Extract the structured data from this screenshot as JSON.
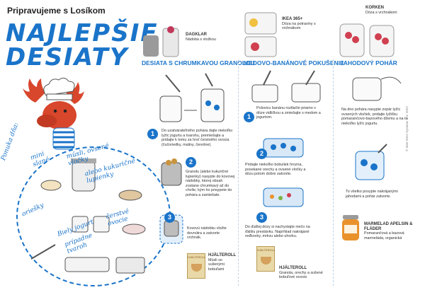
{
  "header": {
    "title": "Pripravujeme s Losíkom"
  },
  "big_title": {
    "line1": "NAJLEPŠIE",
    "line2": "DESIATY"
  },
  "hand_notes": {
    "ponuka": "Ponuka dňa:",
    "mini_slane": "mini slané",
    "musli_ovsene": "müsli, ovsené vločky",
    "kukuricne_lupienky": "alebo kukuričné lupienky",
    "oriesky": "oriešky",
    "biely_jogurt": "Biely jogurt",
    "pripadne_tvaroh": "prípadne tvaroh",
    "cerstve_ovocie": "čerstvé ovocie"
  },
  "products_top": {
    "dagklar": {
      "name": "DAGKLAR",
      "desc": "Nádoba s vložkou"
    },
    "ikea365": {
      "name": "IKEA 365+",
      "desc": "Dóza na potraviny s vrchnákom"
    },
    "korken": {
      "name": "KORKEN",
      "desc": "Dóza s vrchnákom"
    }
  },
  "columns": [
    {
      "title": "DESIATA S CHRUMKAVOU GRANOLOU"
    },
    {
      "title": "MEDOVO-BANÁNOVÉ POKUŠENIE"
    },
    {
      "title": "JAHODOVÝ POHÁR"
    }
  ],
  "steps": {
    "c1s1": {
      "num": "1",
      "text": "Do uzatvárateľného pohára dajte niekoľko lyžíc jogurtu a tvarohu, premiešajte a pridajte k tomu za hrsť čerstvého ovocia (čučoriedky, maliny, čerešne)."
    },
    "c1s2": {
      "num": "2",
      "text": "Granolu (alebo kukuričné lupienky) nasypte do kovovej nádobky, ktorej obsah zostane chrumkavý až do chvíle, kým ho prisypete do pohára a zamiešate."
    },
    "c1s3": {
      "num": "3",
      "text": "Kovovú nádobku vložte dovnútra a zatvorte vrchnák."
    },
    "c2s1": {
      "num": "1",
      "text": "Polovicu banánu roztlačte priamo v dóze vidličkou a zmiešajte s medom a jogurtom."
    },
    "c2s2": {
      "num": "2",
      "text": "Pridajte niekoľko bobuliek hrozna, posekané orechy a ovsené vločky a dózu potom dobre zatvorte."
    },
    "c2s3": {
      "num": "3",
      "text": "Do ďalšej dózy si nachystajte niečo na ďalšiu prestávku. Napríklad nakrájané reďkovky, mrkvu alebo uhorku."
    },
    "c3s1": {
      "text": "Na dno pohára nasypte zopár lyžíc ovsených vločiek, pridajte lyžičku pomarančovo-bazového džemu a na to niekoľko lyžíc jogurtu."
    },
    "c3s2": {
      "text": "To všetko posypte nakrájanými jahodami a pohár zatvorte."
    }
  },
  "products_bottom": {
    "hjalteroll1": {
      "name": "HJÄLTEROLL",
      "desc": "Müsli so sušenými bobuľami"
    },
    "hjalteroll2": {
      "name": "HJÄLTEROLL",
      "desc": "Granola, orechy a sušené bobuľové ovocie"
    },
    "marmelad": {
      "name": "MARMELAD APELSIN & FLÄDER",
      "desc": "Pomarančová a bazová marmeláda, organická"
    }
  },
  "copyright": "© Inter IKEA Systems B.V. 2022",
  "colors": {
    "accent": "#1a74c9",
    "moose_red": "#d8462b",
    "orange": "#e9922c"
  }
}
